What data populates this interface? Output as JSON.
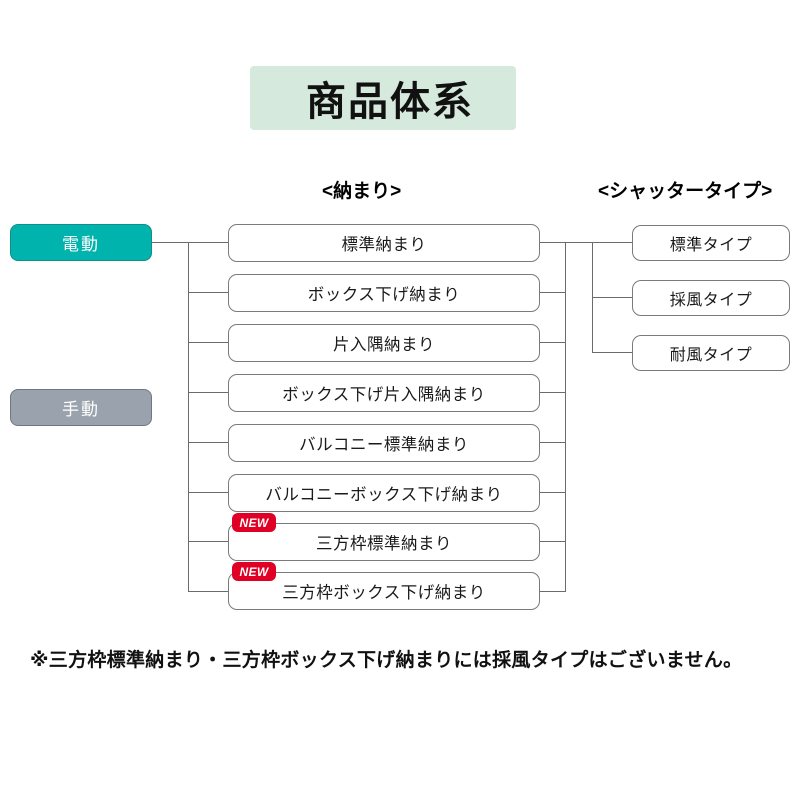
{
  "title": {
    "text": "商品体系",
    "background_color": "#d6e9dd"
  },
  "headers": {
    "nawari": "<納まり>",
    "shutter_type": "<シャッタータイプ>"
  },
  "modes": [
    {
      "label": "電動",
      "color": "#00b3ad"
    },
    {
      "label": "手動",
      "color": "#9aa3ad"
    }
  ],
  "nawari_items": [
    {
      "label": "標準納まり",
      "badge": ""
    },
    {
      "label": "ボックス下げ納まり",
      "badge": ""
    },
    {
      "label": "片入隅納まり",
      "badge": ""
    },
    {
      "label": "ボックス下げ片入隅納まり",
      "badge": ""
    },
    {
      "label": "バルコニー標準納まり",
      "badge": ""
    },
    {
      "label": "バルコニーボックス下げ納まり",
      "badge": ""
    },
    {
      "label": "三方枠標準納まり",
      "badge": "NEW"
    },
    {
      "label": "三方枠ボックス下げ納まり",
      "badge": "NEW"
    }
  ],
  "shutter_types": [
    {
      "label": "標準タイプ"
    },
    {
      "label": "採風タイプ"
    },
    {
      "label": "耐風タイプ"
    }
  ],
  "badge": {
    "new_label": "NEW",
    "color": "#e00025"
  },
  "footnote": "※三方枠標準納まり・三方枠ボックス下げ納まりには採風タイプはございません。"
}
